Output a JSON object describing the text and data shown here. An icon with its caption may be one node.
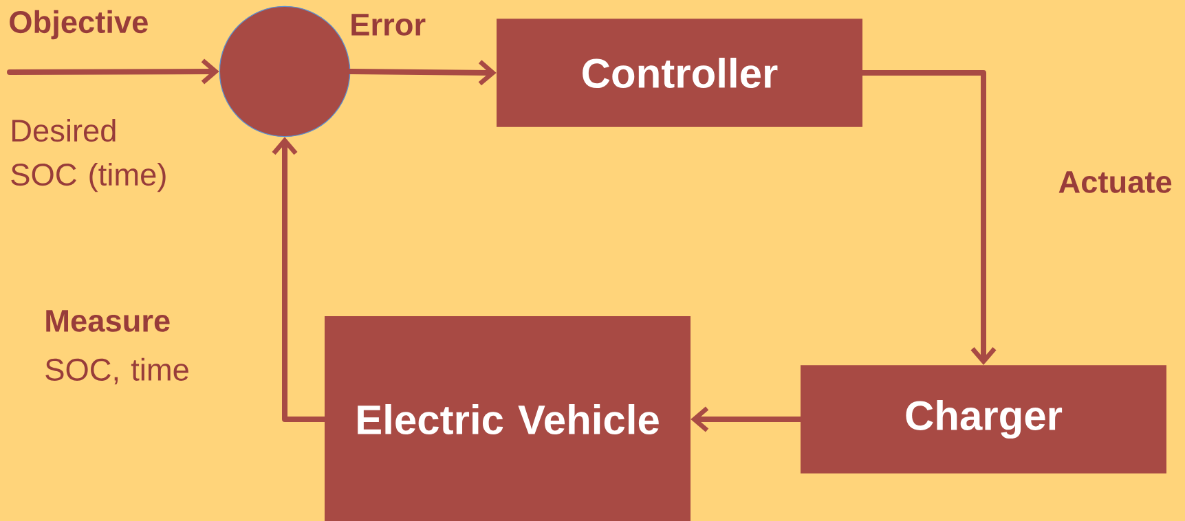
{
  "diagram": {
    "nodes": [
      {
        "text": [],
        "shape": "circle"
      },
      {
        "text": [
          "Controller"
        ]
      },
      {
        "text": [
          "Charger"
        ]
      },
      {
        "text": [
          "Electric Vehicle"
        ]
      }
    ],
    "edges": [
      {
        "from": null,
        "to": 0,
        "arrow": "to",
        "label": "Objective"
      },
      {
        "from": 0,
        "to": 1,
        "arrow": "to",
        "label": "Error"
      },
      {
        "from": 1,
        "to": 2,
        "arrow": "to",
        "label": "Actuate"
      },
      {
        "from": 2,
        "to": 3,
        "arrow": "to"
      },
      {
        "from": 3,
        "to": 0,
        "arrow": "to",
        "label": "Measure"
      }
    ],
    "labels": [
      "Desired SOC (time)",
      "SOC, time"
    ]
  }
}
